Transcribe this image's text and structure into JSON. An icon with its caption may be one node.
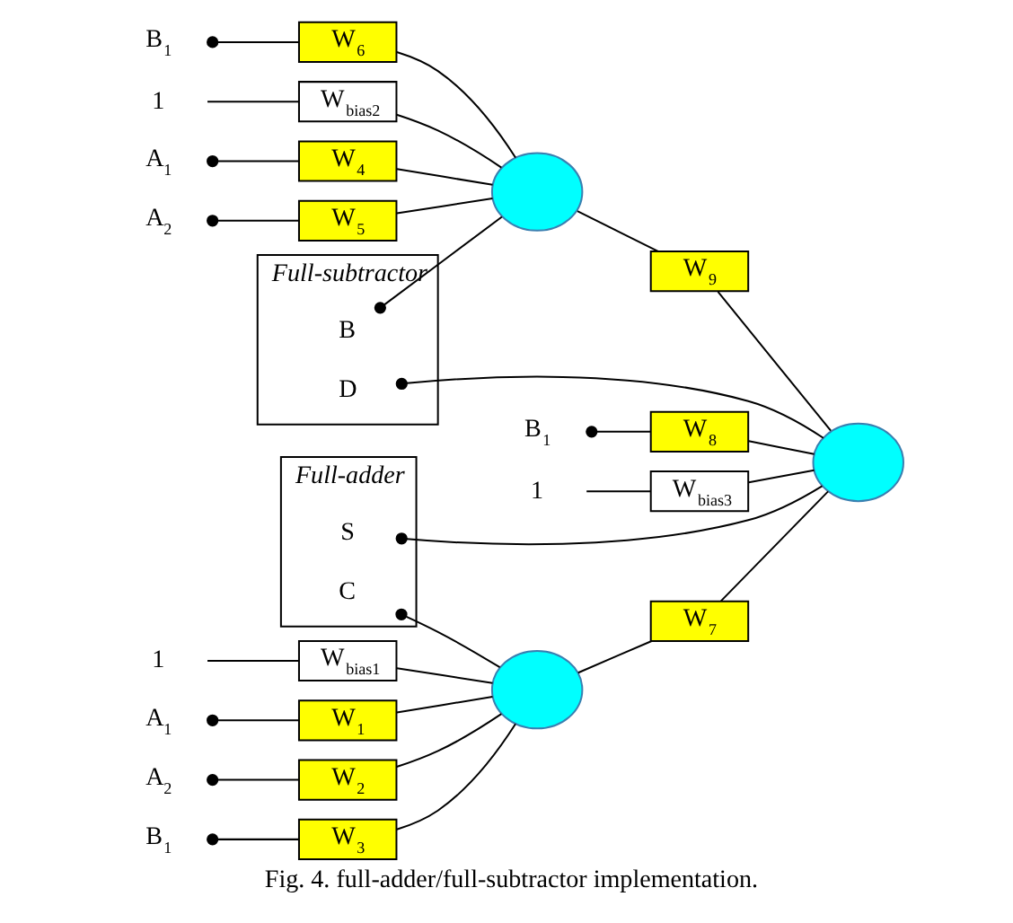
{
  "diagram": {
    "caption": "Fig. 4. full-adder/full-subtractor implementation.",
    "nodes": [
      {
        "text": [
          "Full-adder"
        ]
      },
      {
        "text": [
          "C"
        ],
        "in": 0
      },
      {
        "text": [
          "S"
        ],
        "in": 0
      },
      {
        "text": [
          "A$_{1}$"
        ]
      },
      {
        "text": [
          "A$_{2}$"
        ]
      },
      {
        "text": [
          "B$_{1}$"
        ]
      },
      {
        "text": [
          "W$_{1}$"
        ]
      },
      {
        "text": [
          "W$_{2}$"
        ]
      },
      {
        "text": [
          "W$_{3}$"
        ]
      },
      {
        "text": [],
        "shape": "circle"
      },
      {
        "text": [
          "W$_{7}$"
        ]
      },
      {
        "text": [
          "W$_{bias1}$"
        ]
      },
      {
        "text": [
          "1"
        ]
      },
      {
        "text": [
          "B$_{1}$"
        ]
      },
      {
        "text": [
          "W$_{8}$"
        ]
      },
      {
        "text": [],
        "shape": "circle"
      },
      {
        "text": [
          "W$_{bias3}$"
        ]
      },
      {
        "text": [
          "1"
        ]
      },
      {
        "text": [
          "A$_{1}$"
        ]
      },
      {
        "text": [
          "A$_{2}$"
        ]
      },
      {
        "text": [
          "B$_{1}$"
        ]
      },
      {
        "text": [
          "W$_{4}$"
        ]
      },
      {
        "text": [
          "W$_{5}$"
        ]
      },
      {
        "text": [
          "W$_{6}$"
        ]
      },
      {
        "text": [],
        "shape": "circle"
      },
      {
        "text": [
          "W$_{9}$"
        ]
      },
      {
        "text": [
          "W$_{bias2}$"
        ]
      },
      {
        "text": [
          "1"
        ]
      },
      {
        "text": [
          "Full-subtractor"
        ]
      },
      {
        "text": [
          "B"
        ],
        "in": 28
      },
      {
        "text": [
          "D"
        ],
        "in": 28
      }
    ],
    "edges": [
      {
        "from": 3,
        "to": 6,
        "arrow": "other"
      },
      {
        "from": 4,
        "to": 7,
        "arrow": "other"
      },
      {
        "from": 5,
        "to": 8,
        "arrow": "other"
      },
      {
        "from": 6,
        "to": 9,
        "arrow": "none"
      },
      {
        "from": 7,
        "to": 9,
        "arrow": "none"
      },
      {
        "from": 8,
        "to": 9,
        "arrow": "none"
      },
      {
        "from": 9,
        "to": 10,
        "arrow": "none"
      },
      {
        "from": 10,
        "to": 15,
        "arrow": "none"
      },
      {
        "from": 12,
        "to": 11,
        "arrow": "none"
      },
      {
        "from": 11,
        "to": 9,
        "arrow": "none"
      },
      {
        "from": 1,
        "to": 9,
        "arrow": "other"
      },
      {
        "from": 2,
        "to": 15,
        "arrow": "other"
      },
      {
        "from": 13,
        "to": 14,
        "arrow": "other"
      },
      {
        "from": 14,
        "to": 15,
        "arrow": "none"
      },
      {
        "from": 17,
        "to": 16,
        "arrow": "none"
      },
      {
        "from": 16,
        "to": 15,
        "arrow": "none"
      },
      {
        "from": 18,
        "to": 21,
        "arrow": "other"
      },
      {
        "from": 19,
        "to": 22,
        "arrow": "other"
      },
      {
        "from": 20,
        "to": 23,
        "arrow": "other"
      },
      {
        "from": 21,
        "to": 24,
        "arrow": "none"
      },
      {
        "from": 22,
        "to": 24,
        "arrow": "none"
      },
      {
        "from": 23,
        "to": 24,
        "arrow": "none"
      },
      {
        "from": 24,
        "to": 25,
        "arrow": "none"
      },
      {
        "from": 25,
        "to": 15,
        "arrow": "none"
      },
      {
        "from": 27,
        "to": 26,
        "arrow": "none"
      },
      {
        "from": 26,
        "to": 24,
        "arrow": "none"
      },
      {
        "from": 29,
        "to": 24,
        "arrow": "other"
      },
      {
        "from": 30,
        "to": 15,
        "arrow": "other"
      }
    ]
  }
}
